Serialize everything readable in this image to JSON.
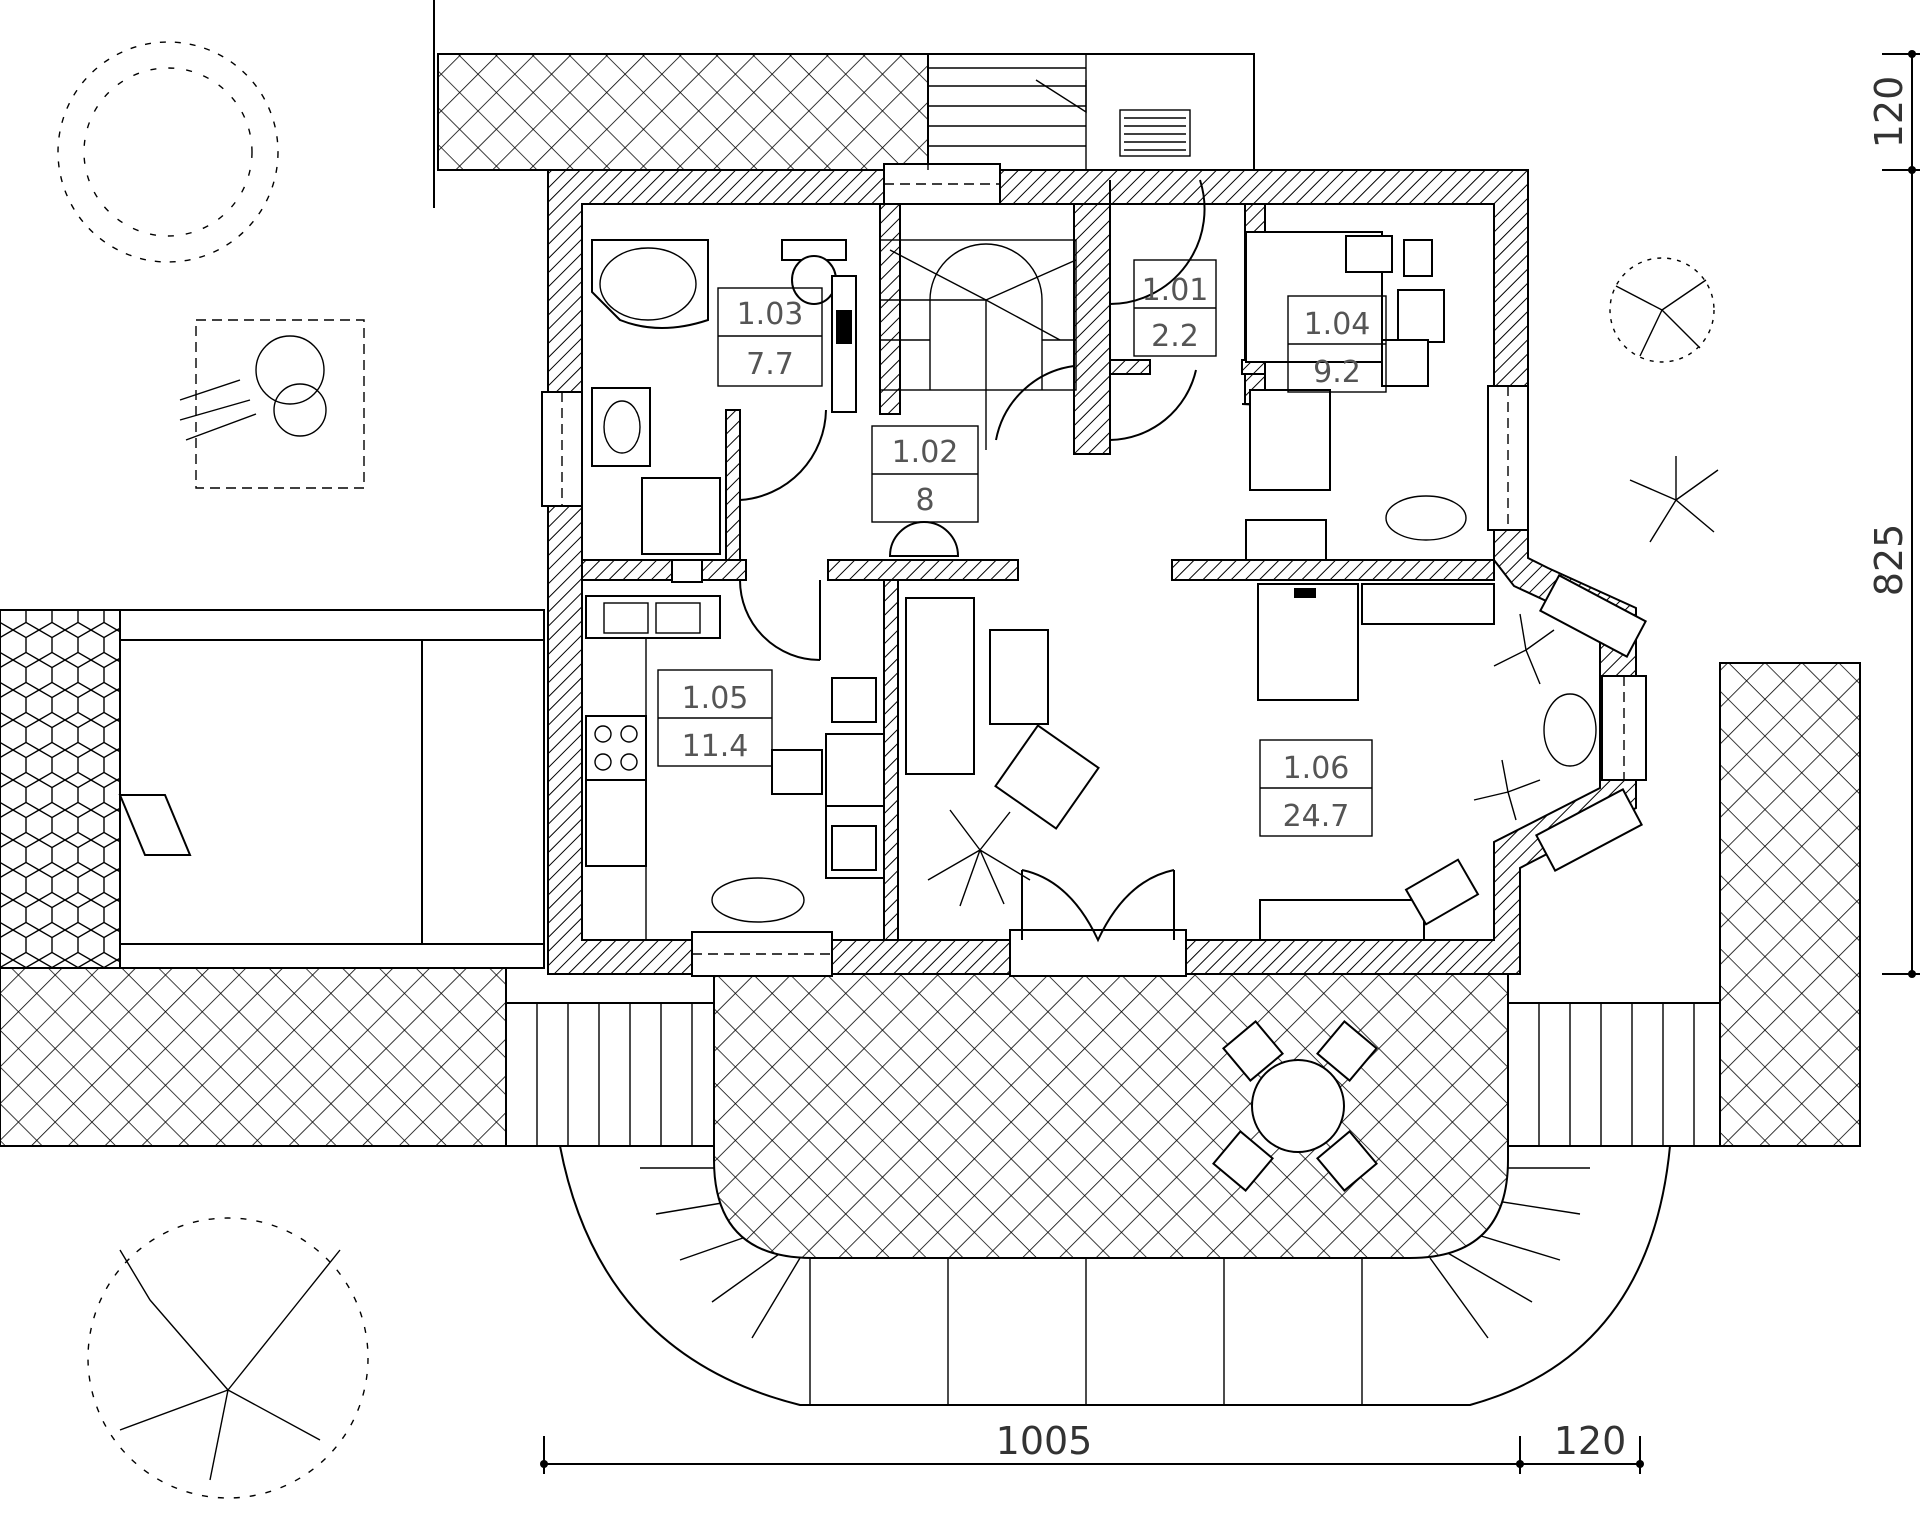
{
  "rooms": [
    {
      "id": "1.01",
      "area": "2.2"
    },
    {
      "id": "1.02",
      "area": "8"
    },
    {
      "id": "1.03",
      "area": "7.7"
    },
    {
      "id": "1.04",
      "area": "9.2"
    },
    {
      "id": "1.05",
      "area": "11.4"
    },
    {
      "id": "1.06",
      "area": "24.7"
    }
  ],
  "dimensions": {
    "bottom_main": "1005",
    "bottom_right": "120",
    "right_top": "120",
    "right_main": "825"
  }
}
